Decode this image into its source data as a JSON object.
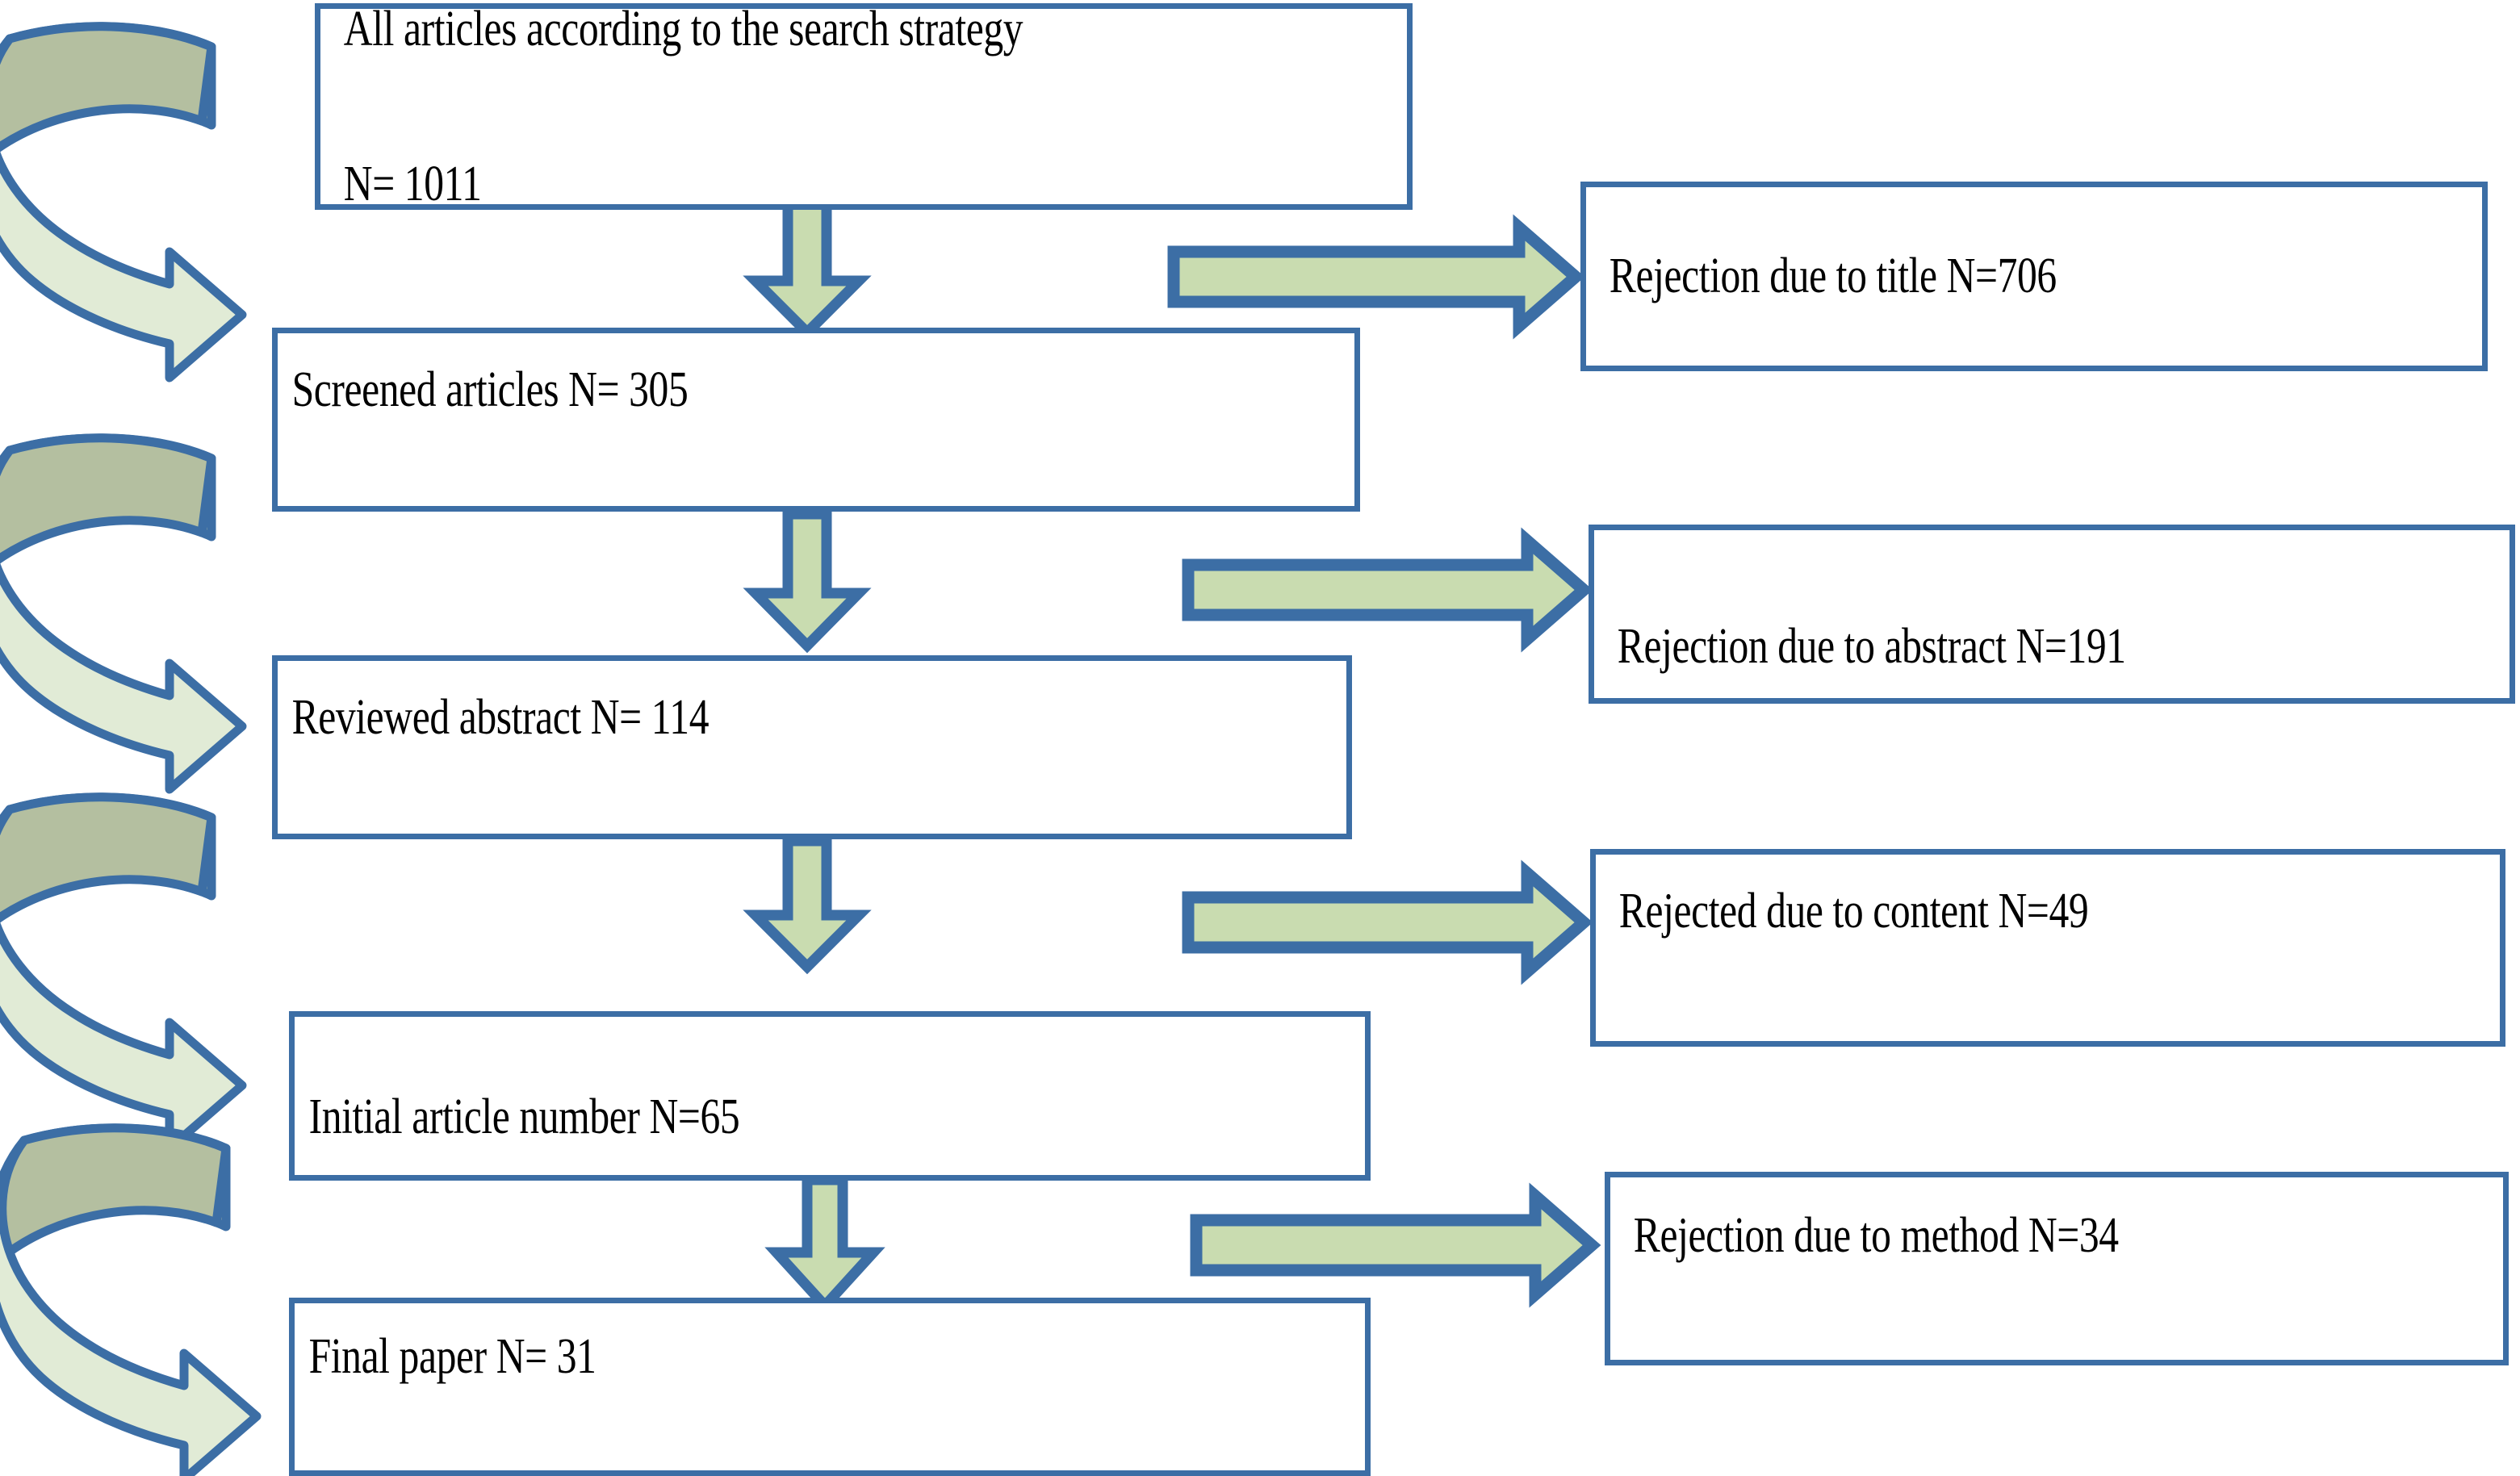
{
  "diagram": {
    "title": "Article selection flow diagram",
    "colors": {
      "border_blue": "#3c6ea5",
      "arrow_fill_green": "#c9dcb0",
      "swoosh_top_olive": "#b4bfa0",
      "swoosh_bottom_green": "#e1ebd6",
      "box_fill": "#ffffff",
      "text": "#000000"
    },
    "flow_boxes": [
      {
        "id": "all-articles",
        "label": "All articles according to the search strategy\n\nN= 1011"
      },
      {
        "id": "screened",
        "label": "Screened articles N= 305"
      },
      {
        "id": "reviewed",
        "label": "Reviewed abstract N= 114"
      },
      {
        "id": "initial",
        "label": "Initial article number N=65"
      },
      {
        "id": "final",
        "label": "Final paper N= 31"
      }
    ],
    "rejection_boxes": [
      {
        "id": "rejected-title",
        "label": "Rejection due to title N=706"
      },
      {
        "id": "rejected-abstract",
        "label": "Rejection due to abstract N=191"
      },
      {
        "id": "rejected-content",
        "label": "Rejected due to content N=49"
      },
      {
        "id": "rejected-method",
        "label": "Rejection due to method N=34"
      }
    ],
    "connectors": {
      "down_arrow_count": 4,
      "right_arrow_count": 4,
      "curved_swoosh_count": 4
    },
    "counts": {
      "all_articles": 1011,
      "screened": 305,
      "reviewed_abstract": 114,
      "initial_articles": 65,
      "final_papers": 31,
      "rejected_title": 706,
      "rejected_abstract": 191,
      "rejected_content": 49,
      "rejected_method": 34
    }
  }
}
